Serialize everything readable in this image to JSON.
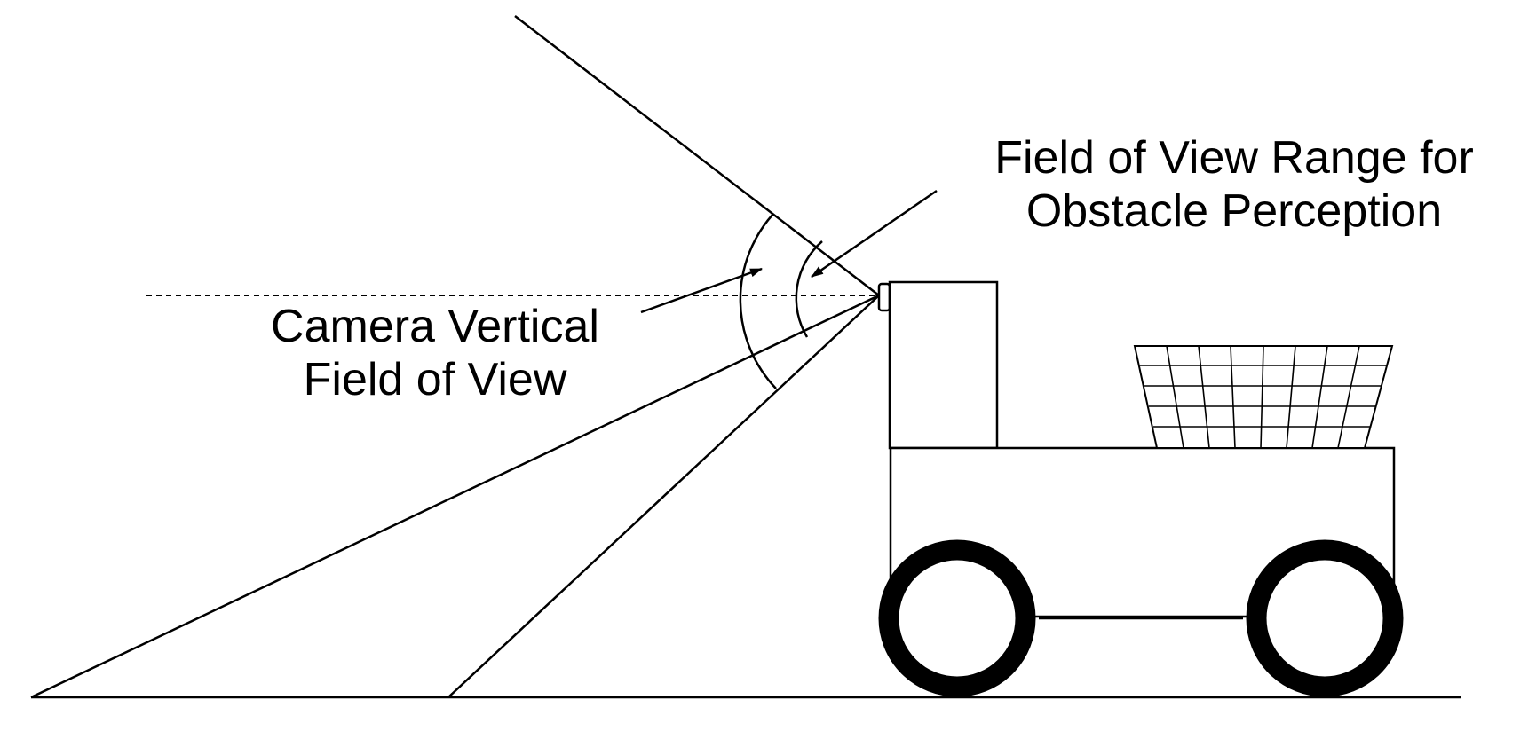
{
  "labels": {
    "fov_range": {
      "line1": "Field of View Range for",
      "line2": "Obstacle Perception"
    },
    "camera_fov": {
      "line1": "Camera Vertical",
      "line2": "Field of View"
    }
  },
  "colors": {
    "stroke": "#000000",
    "background": "#ffffff"
  }
}
